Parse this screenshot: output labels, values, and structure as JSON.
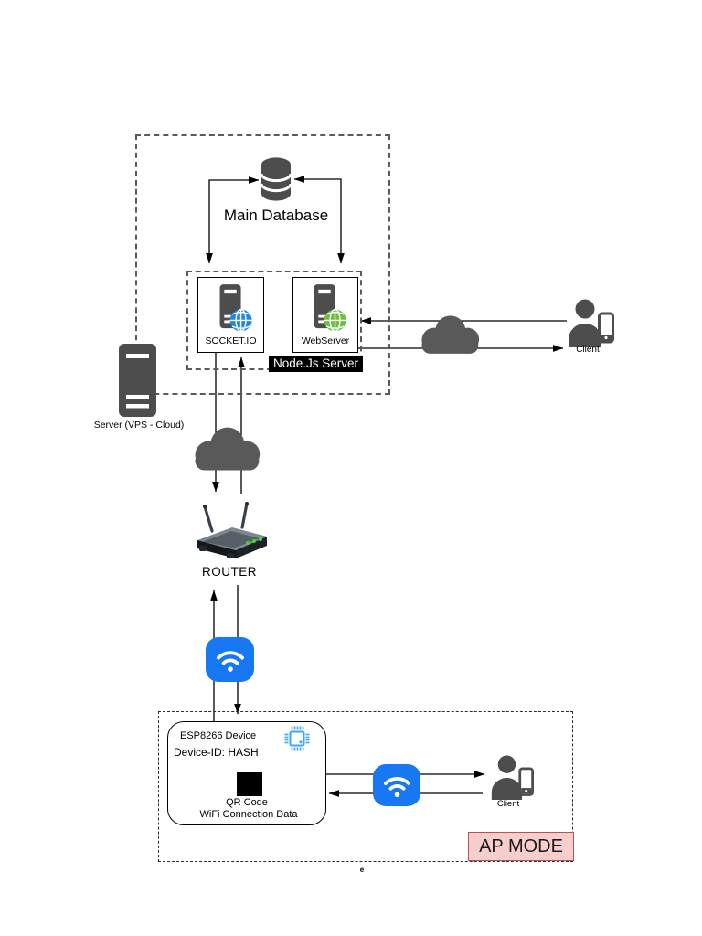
{
  "colors": {
    "icon_gray": "#4d4d4d",
    "cloud_gray": "#595959",
    "line_black": "#000000",
    "wifi_blue": "#1877F2",
    "chip_blue": "#42a5f5",
    "socket_globe_blue": "#1e88e5",
    "webserver_globe_green": "#6abf40",
    "nodejs_label_bg": "#000000",
    "nodejs_label_fg": "#ffffff",
    "ap_mode_fill": "#f8cecc",
    "ap_mode_border": "#b85450",
    "router_led_green": "#44d62c"
  },
  "server_cluster": {
    "database_label": "Main Database",
    "nodejs_group_label": "Node.Js Server",
    "socket_node_label": "SOCKET.IO",
    "web_node_label": "WebServer",
    "vps_label": "Server (VPS - Cloud)"
  },
  "wan": {
    "client_label": "Client",
    "router_label": "ROUTER"
  },
  "ap_section": {
    "esp_title": "ESP8266 Device",
    "esp_device_id": "Device-ID: HASH",
    "qr_label": "QR Code",
    "qr_sublabel": "WiFi Connection Data",
    "client_label": "Client",
    "mode_label": "AP MODE"
  },
  "footnote": "e",
  "icons": {
    "database": "database-icon",
    "server_globe": "server-globe-icon",
    "server_tower": "server-tower-icon",
    "cloud": "cloud-icon",
    "person_phone": "client-person-phone-icon",
    "router": "router-icon",
    "wifi": "wifi-icon",
    "chip": "chip-icon",
    "qr": "qr-code-icon"
  }
}
